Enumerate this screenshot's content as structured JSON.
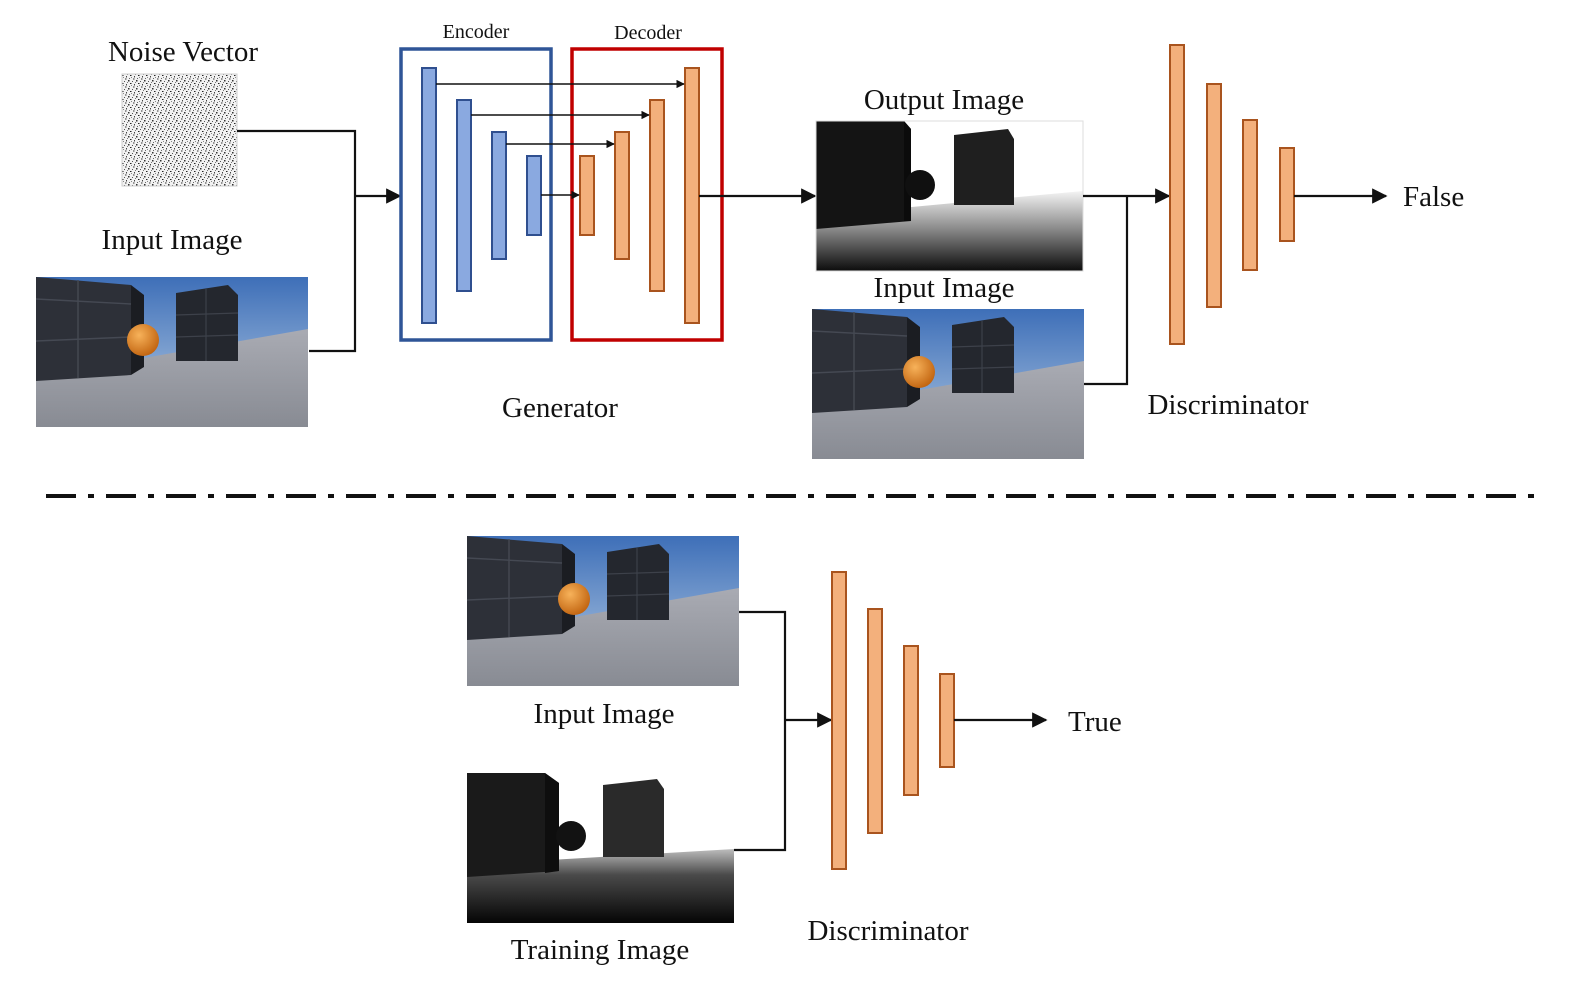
{
  "generator_stage": {
    "noise_label": "Noise Vector",
    "input_label": "Input Image",
    "encoder_label": "Encoder",
    "decoder_label": "Decoder",
    "generator_label": "Generator",
    "output_label": "Output Image",
    "input_label_2": "Input Image",
    "discriminator_label": "Discriminator",
    "result_label": "False"
  },
  "real_stage": {
    "input_label": "Input Image",
    "training_label": "Training Image",
    "discriminator_label": "Discriminator",
    "result_label": "True"
  },
  "colors": {
    "encoder_border": "#2f5597",
    "decoder_border": "#c00000",
    "encoder_layer": "#8aa9e0",
    "decoder_layer": "#f3b07c"
  }
}
